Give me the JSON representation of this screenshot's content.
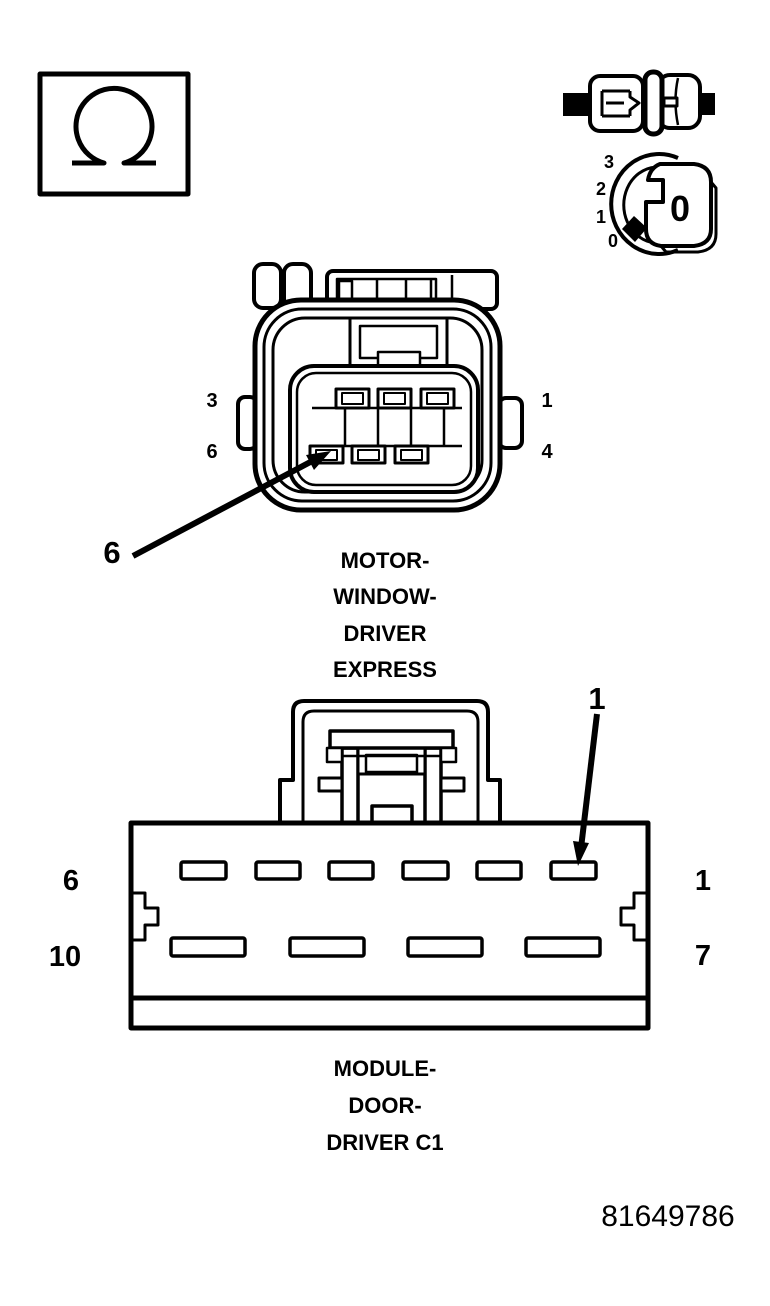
{
  "diagram": {
    "icons": {
      "ohmmeter": "ohm-resistance-test-icon",
      "connector_pair": "disconnect-connector-icon",
      "ignition": "ignition-key-position-icon"
    },
    "ignition": {
      "positions": [
        "3",
        "2",
        "1",
        "0"
      ],
      "key_digit": "0"
    },
    "upper_connector": {
      "callout_pin": "6",
      "pin_labels": {
        "top_left": "3",
        "top_right": "1",
        "bottom_left": "6",
        "bottom_right": "4"
      },
      "cavity_rows": [
        3,
        3
      ],
      "name_lines": [
        "MOTOR-",
        "WINDOW-",
        "DRIVER",
        "EXPRESS"
      ]
    },
    "lower_connector": {
      "callout_pin": "1",
      "pin_labels": {
        "top_left": "6",
        "top_right": "1",
        "bottom_left": "10",
        "bottom_right": "7"
      },
      "cavity_rows": [
        6,
        4
      ],
      "name_lines": [
        "MODULE-",
        "DOOR-",
        "DRIVER C1"
      ]
    },
    "figure_number": "81649786"
  }
}
